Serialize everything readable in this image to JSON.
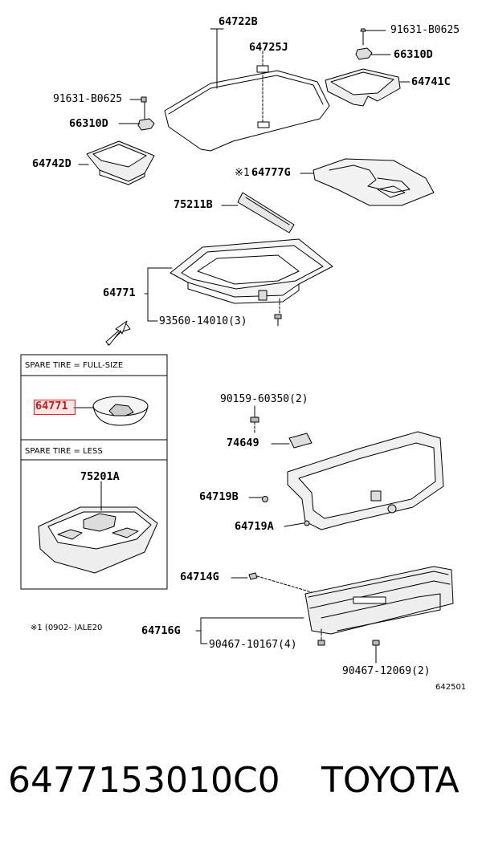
{
  "parts": {
    "p64722B": "64722B",
    "p64725J": "64725J",
    "p91631_top": "91631-B0625",
    "p66310D_top": "66310D",
    "p64741C": "64741C",
    "p91631_left": "91631-B0625",
    "p66310D_left": "66310D",
    "p64742D": "64742D",
    "p64777G": "64777G",
    "p64777G_mark": "※1",
    "p75211B": "75211B",
    "p64771": "64771",
    "p93560": "93560-14010(3)",
    "p90159": "90159-60350(2)",
    "p74649": "74649",
    "p64719B": "64719B",
    "p64719A": "64719A",
    "p64714G": "64714G",
    "p64716G": "64716G",
    "p90467_10167": "90467-10167(4)",
    "p90467_12069": "90467-12069(2)"
  },
  "inset": {
    "full_size_heading": "SPARE TIRE = FULL-SIZE",
    "full_size_part": "64771",
    "less_heading": "SPARE TIRE = LESS",
    "less_part": "75201A"
  },
  "note": "※1  (0902-  )ALE20",
  "diagram_code": "642501",
  "footer": {
    "part_number": "6477153010C0",
    "brand": "TOYOTA"
  },
  "colors": {
    "highlight": "#e0282b",
    "line": "#000000"
  }
}
